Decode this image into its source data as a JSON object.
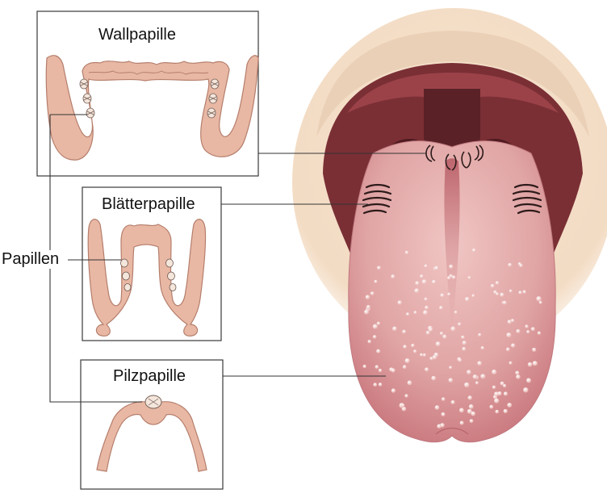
{
  "labels": {
    "wallpapille": "Wallpapille",
    "blaetterpapille": "Blätterpapille",
    "pilzpapille": "Pilzpapille",
    "papillen": "Papillen"
  },
  "colors": {
    "tissue_fill": "#e8b8a4",
    "tissue_stroke": "#b57e6c",
    "tongue": "#dc9a9a",
    "tongue_dark": "#b45e64",
    "throat": "#6b2c30",
    "skin": "#f3dcc4",
    "box_border": "#3a3a3a"
  }
}
